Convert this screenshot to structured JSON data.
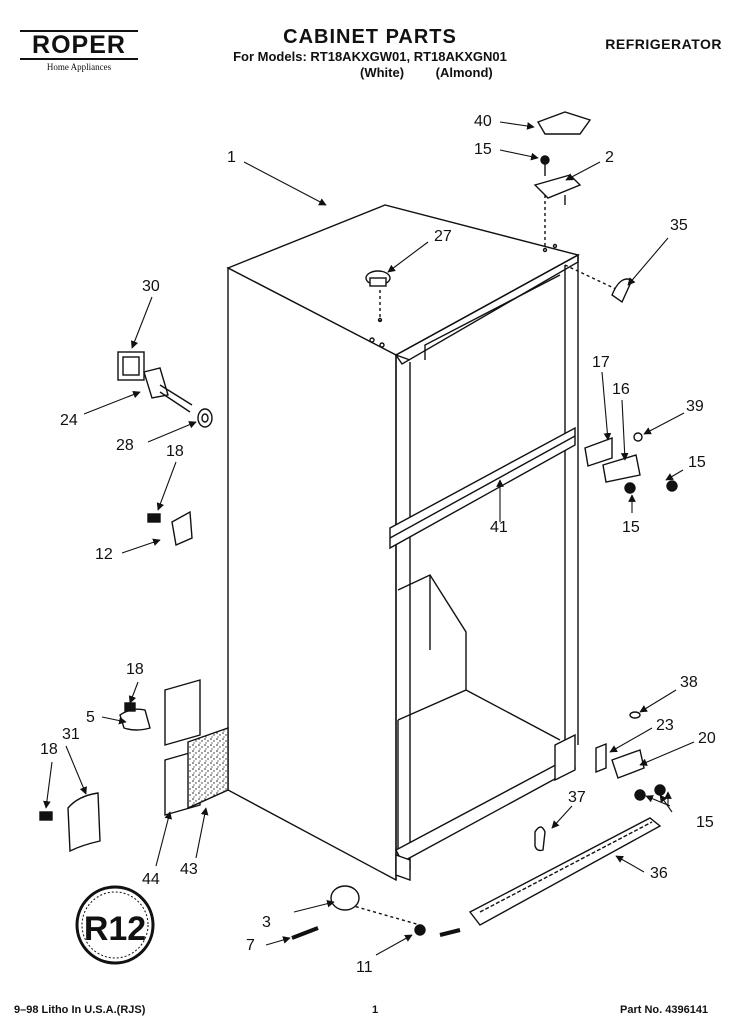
{
  "brand": {
    "logo": "ROPER",
    "tagline": "Home Appliances"
  },
  "header": {
    "title": "CABINET PARTS",
    "models_line": "For Models: RT18AKXGW01, RT18AKXGN01",
    "variant_white": "(White)",
    "variant_almond": "(Almond)",
    "category": "REFRIGERATOR"
  },
  "badge": {
    "text": "R12"
  },
  "callouts": [
    {
      "id": "c1",
      "label": "1"
    },
    {
      "id": "c2",
      "label": "2"
    },
    {
      "id": "c3",
      "label": "3"
    },
    {
      "id": "c5",
      "label": "5"
    },
    {
      "id": "c7",
      "label": "7"
    },
    {
      "id": "c11",
      "label": "11"
    },
    {
      "id": "c12",
      "label": "12"
    },
    {
      "id": "c15a",
      "label": "15"
    },
    {
      "id": "c15b",
      "label": "15"
    },
    {
      "id": "c15c",
      "label": "15"
    },
    {
      "id": "c15d",
      "label": "15"
    },
    {
      "id": "c16",
      "label": "16"
    },
    {
      "id": "c17",
      "label": "17"
    },
    {
      "id": "c18a",
      "label": "18"
    },
    {
      "id": "c18b",
      "label": "18"
    },
    {
      "id": "c18c",
      "label": "18"
    },
    {
      "id": "c20",
      "label": "20"
    },
    {
      "id": "c23",
      "label": "23"
    },
    {
      "id": "c24",
      "label": "24"
    },
    {
      "id": "c27",
      "label": "27"
    },
    {
      "id": "c28",
      "label": "28"
    },
    {
      "id": "c30",
      "label": "30"
    },
    {
      "id": "c31",
      "label": "31"
    },
    {
      "id": "c35",
      "label": "35"
    },
    {
      "id": "c36",
      "label": "36"
    },
    {
      "id": "c37",
      "label": "37"
    },
    {
      "id": "c38",
      "label": "38"
    },
    {
      "id": "c39",
      "label": "39"
    },
    {
      "id": "c40",
      "label": "40"
    },
    {
      "id": "c41",
      "label": "41"
    },
    {
      "id": "c43",
      "label": "43"
    },
    {
      "id": "c44",
      "label": "44"
    }
  ],
  "footer": {
    "print_info": "9–98 Litho In U.S.A.(RJS)",
    "page_number": "1",
    "part_number": "Part No. 4396141"
  }
}
